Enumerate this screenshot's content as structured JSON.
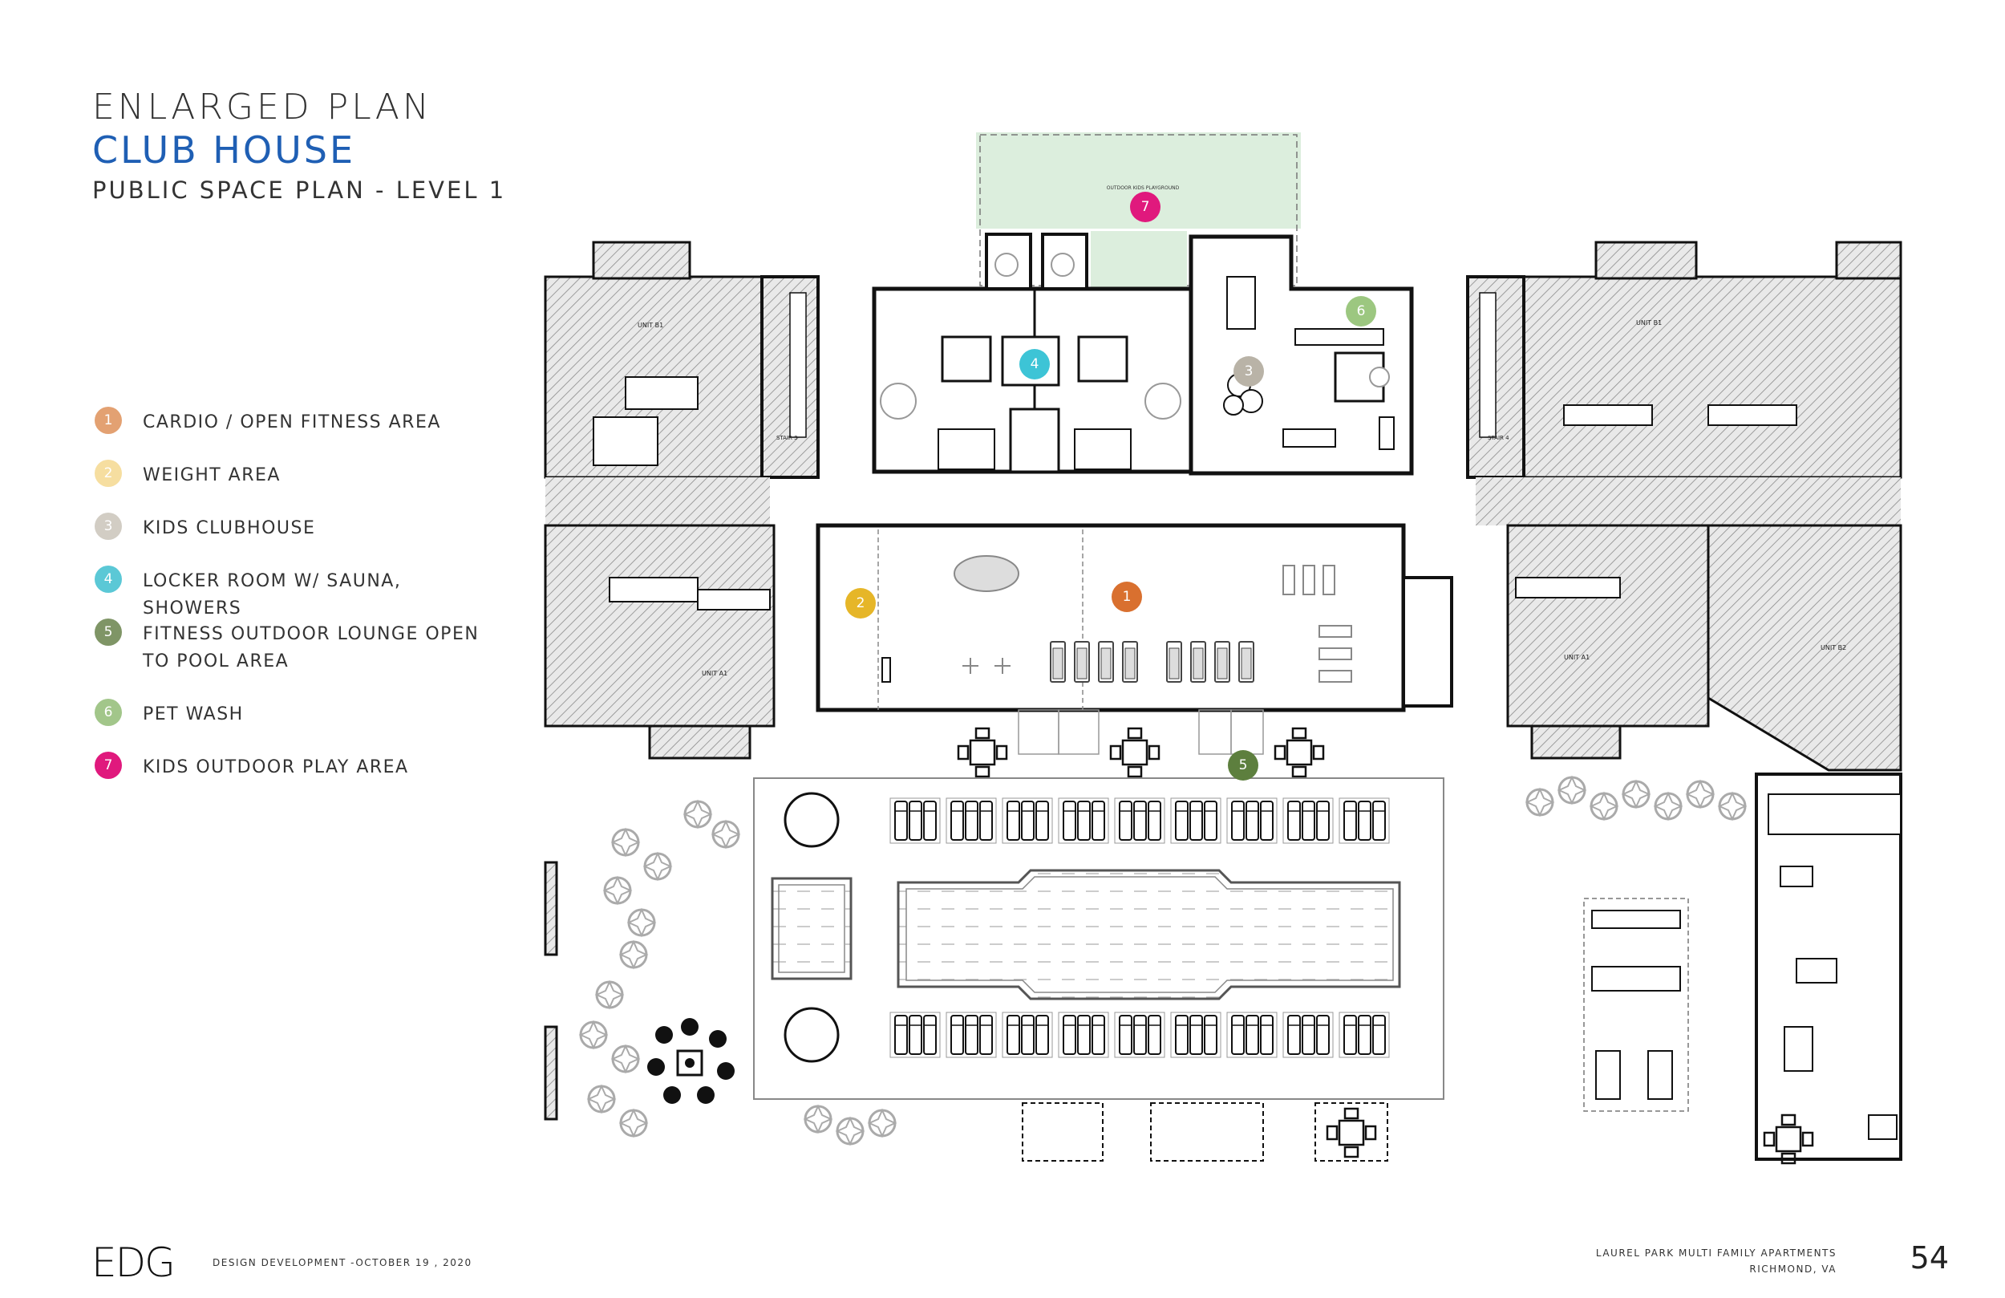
{
  "header": {
    "title": "ENLARGED PLAN",
    "subtitle": "CLUB HOUSE",
    "plan_name": "PUBLIC SPACE PLAN - LEVEL 1"
  },
  "legend": [
    {
      "num": "1",
      "label": "CARDIO / OPEN FITNESS AREA",
      "color": "#e3a172"
    },
    {
      "num": "2",
      "label": "WEIGHT AREA",
      "color": "#f6dea0"
    },
    {
      "num": "3",
      "label": "KIDS CLUBHOUSE",
      "color": "#d2cdc4"
    },
    {
      "num": "4",
      "label": "LOCKER ROOM W/ SAUNA, SHOWERS",
      "color": "#5bc8d6"
    },
    {
      "num": "5",
      "label": "FITNESS OUTDOOR LOUNGE OPEN TO POOL AREA",
      "color": "#7f9566"
    },
    {
      "num": "6",
      "label": "PET WASH",
      "color": "#a2c68a"
    },
    {
      "num": "7",
      "label": "KIDS OUTDOOR PLAY AREA",
      "color": "#e0197d"
    }
  ],
  "plan_markers": [
    {
      "num": "1",
      "color": "#d9702f"
    },
    {
      "num": "2",
      "color": "#e6b628"
    },
    {
      "num": "3",
      "color": "#b9b3a7"
    },
    {
      "num": "4",
      "color": "#3dc4d6"
    },
    {
      "num": "5",
      "color": "#5d7f3e"
    },
    {
      "num": "6",
      "color": "#9cc780"
    },
    {
      "num": "7",
      "color": "#e0197d"
    }
  ],
  "plan_labels": {
    "unit_a1_left": "UNIT A1",
    "unit_b1_left": "UNIT B1",
    "unit_b1_right": "UNIT B1",
    "unit_a1_right": "UNIT A1",
    "unit_b2_right": "UNIT B2",
    "stair_3": "STAIR 3",
    "stair_4": "STAIR 4",
    "outdoor_play": "OUTDOOR KIDS PLAYGROUND"
  },
  "footer": {
    "logo": "EDG",
    "phase": "DESIGN DEVELOPMENT -OCTOBER 19 , 2020",
    "project": "LAUREL PARK MULTI FAMILY APARTMENTS",
    "location": "RICHMOND, VA",
    "page": "54"
  },
  "colors": {
    "accent_blue": "#1f5fb4",
    "play_area_green": "#dceedd",
    "hatch_gray": "#bdbdbd"
  }
}
